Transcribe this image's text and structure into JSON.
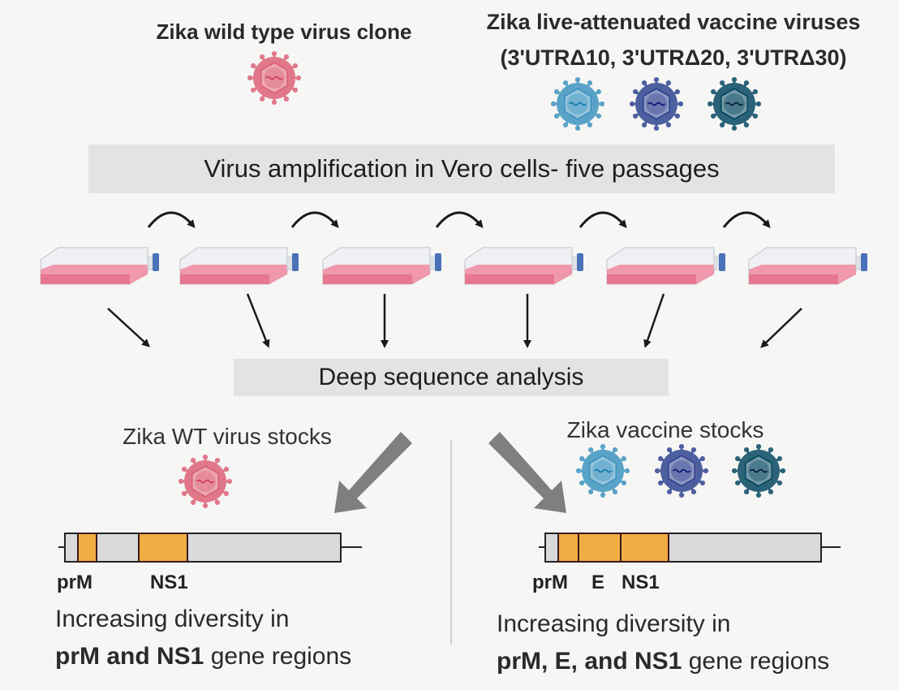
{
  "titles": {
    "wt_clone": "Zika wild type virus clone",
    "vaccine_line1": "Zika live-attenuated vaccine viruses",
    "vaccine_line2": "(3'UTRΔ10, 3'UTRΔ20, 3'UTRΔ30)"
  },
  "banners": {
    "amplification": "Virus amplification in Vero cells-  five passages",
    "deep_sequence": "Deep sequence analysis"
  },
  "stocks": {
    "wt": "Zika WT virus stocks",
    "vaccine": "Zika vaccine stocks"
  },
  "genome_wt": {
    "labels": [
      "prM",
      "NS1"
    ]
  },
  "genome_vaccine": {
    "labels": [
      "prM",
      "E",
      "NS1"
    ]
  },
  "summary_wt": {
    "line1": "Increasing diversity in",
    "bold": "prM and NS1",
    "rest": " gene regions"
  },
  "summary_vaccine": {
    "line1": "Increasing diversity in",
    "bold": "prM, E, and NS1",
    "rest": " gene regions"
  },
  "colors": {
    "wt_virus": "#e0788a",
    "vaccine_light": "#5aa3c8",
    "vaccine_mid": "#4e5fa0",
    "vaccine_dark": "#2a6278",
    "gene_highlight": "#f0ad43",
    "flask_liquid": "#ef8fa4",
    "flask_cap": "#4a72b8",
    "banner": "#e3e3e2"
  }
}
